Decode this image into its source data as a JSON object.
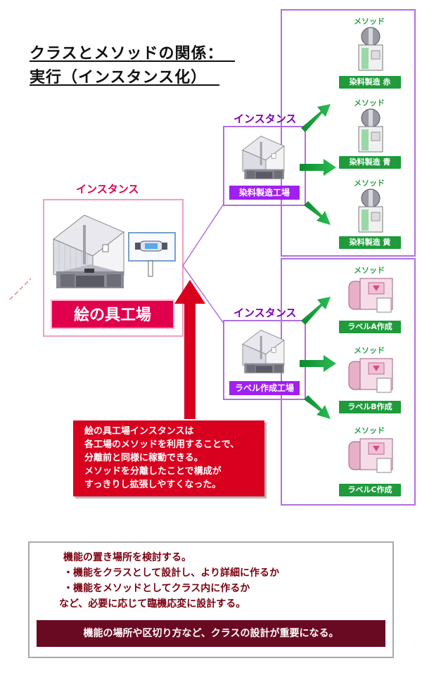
{
  "title": {
    "line1": "クラスとメソッドの関係：",
    "line2": "実行（インスタンス化）"
  },
  "main_instance": {
    "label": "インスタンス",
    "name": "絵の具工場"
  },
  "instances": [
    {
      "label": "インスタンス",
      "name": "染料製造工場",
      "methods": [
        {
          "label": "メソッド",
          "name": "染料製造 赤"
        },
        {
          "label": "メソッド",
          "name": "染料製造 青"
        },
        {
          "label": "メソッド",
          "name": "染料製造 黄"
        }
      ]
    },
    {
      "label": "インスタンス",
      "name": "ラベル作成工場",
      "methods": [
        {
          "label": "メソッド",
          "name": "ラベルA作成"
        },
        {
          "label": "メソッド",
          "name": "ラベルB作成"
        },
        {
          "label": "メソッド",
          "name": "ラベルC作成"
        }
      ]
    }
  ],
  "note": {
    "lines": [
      "絵の具工場インスタンスは",
      "各工場のメソッドを利用することで、",
      "分離前と同様に稼動できる。",
      "メソッドを分離したことで構成が",
      "すっきりし拡張しやすくなった。"
    ]
  },
  "summary": {
    "lines": [
      "機能の置き場所を検討する。",
      "・機能をクラスとして設計し、より詳細に作るか",
      "・機能をメソッドとしてクラス内に作るか",
      "など、必要に応じて臨機応変に設計する。"
    ],
    "conclusion": "機能の場所や区切り方など、クラスの設計が重要になる。"
  },
  "colors": {
    "pink": "#e0004d",
    "purple": "#a020f0",
    "green": "#1f9b3c",
    "red": "#d8001e",
    "dark_red": "#6a0a22"
  }
}
